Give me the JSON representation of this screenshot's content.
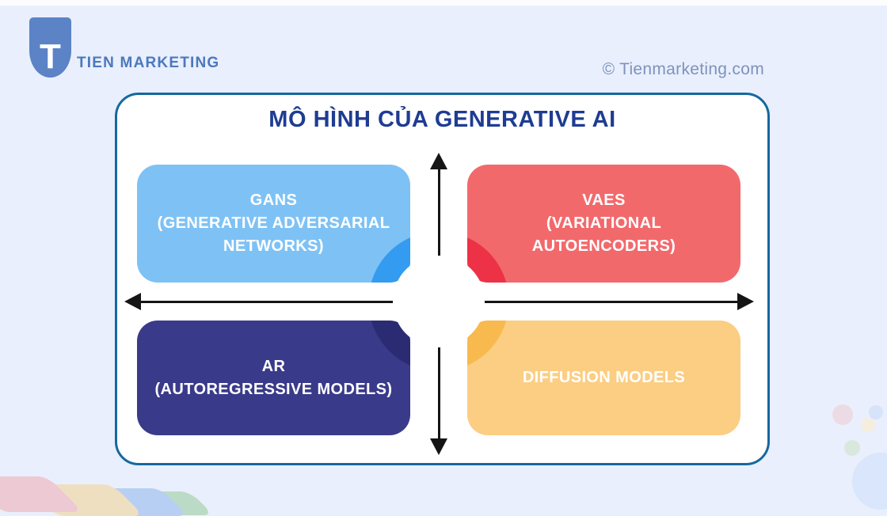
{
  "header": {
    "logo_letter": "T",
    "brand": "TIEN MARKETING",
    "watermark": "© Tienmarketing.com"
  },
  "diagram": {
    "title": "MÔ HÌNH CỦA GENERATIVE AI",
    "quadrants": [
      {
        "id": "gans",
        "position": "top-left",
        "label": "GANS\n(GENERATIVE ADVERSARIAL\nNETWORKS)",
        "fill": "#7ec2f5",
        "accent_arc": "#339bf0",
        "text_color": "#ffffff"
      },
      {
        "id": "vaes",
        "position": "top-right",
        "label": "VAES\n(VARIATIONAL\nAUTOENCODERS)",
        "fill": "#f2696c",
        "accent_arc": "#ed3146",
        "text_color": "#ffffff"
      },
      {
        "id": "ar",
        "position": "bottom-left",
        "label": "AR\n(AUTOREGRESSIVE MODELS)",
        "fill": "#3a3a8a",
        "accent_arc": "#2b2b74",
        "text_color": "#ffffff"
      },
      {
        "id": "diffusion",
        "position": "bottom-right",
        "label": "DIFFUSION MODELS",
        "fill": "#fbce83",
        "accent_arc": "#f8b94e",
        "text_color": "#ffffff"
      }
    ],
    "colors": {
      "page_background": "#e9effd",
      "card_background": "#ffffff",
      "card_border": "#15689e",
      "title_text": "#1e3c92",
      "axis": "#151515",
      "logo_badge": "#5b83c6",
      "brand_text": "#4c78bd",
      "watermark_text": "#7e92bc"
    }
  }
}
